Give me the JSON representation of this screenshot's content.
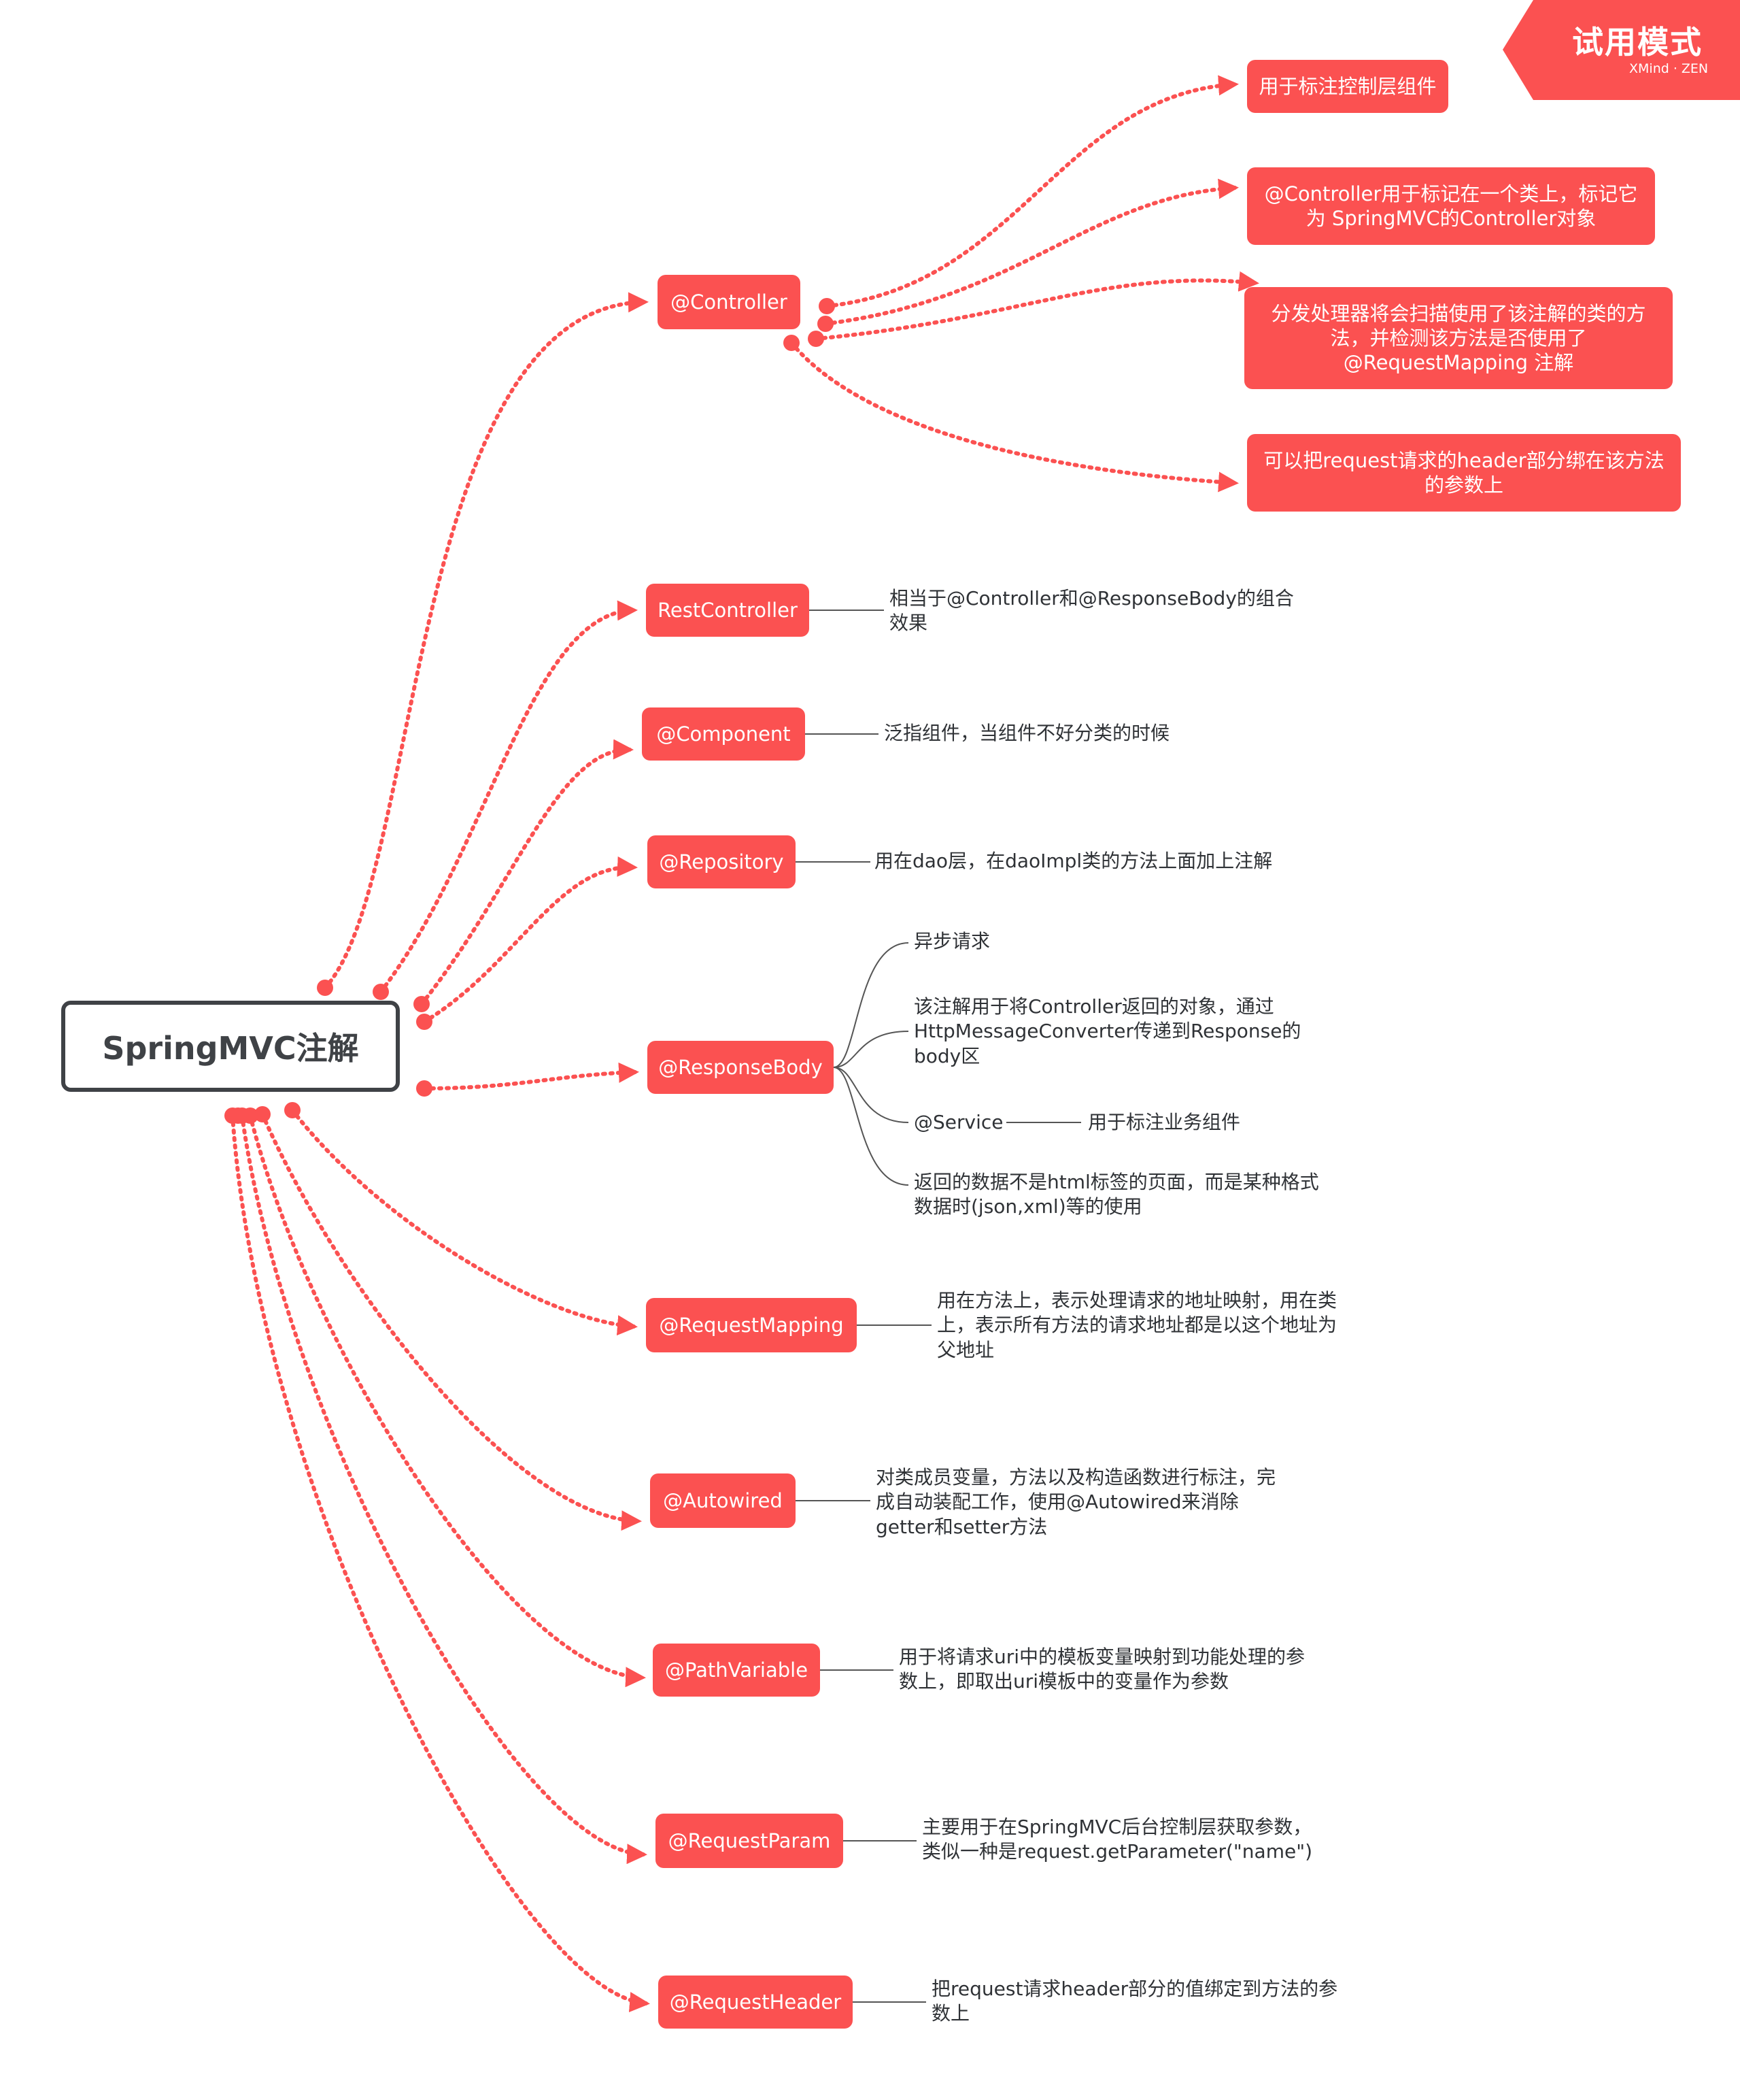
{
  "colors": {
    "accent": "#fb5151",
    "root_border": "#3f4246",
    "text": "#2f3236",
    "line": "#555555"
  },
  "watermark": {
    "title": "试用模式",
    "subtitle": "XMind · ZEN"
  },
  "root": {
    "label": "SpringMVC注解"
  },
  "branches": [
    {
      "label": "@Controller",
      "children": [
        "用于标注控制层组件",
        "@Controller用于标记在一个类上，标记它为 SpringMVC的Controller对象",
        "分发处理器将会扫描使用了该注解的类的方法，并检测该方法是否使用了@RequestMapping 注解",
        "可以把request请求的header部分绑在该方法的参数上"
      ]
    },
    {
      "label": "RestController",
      "note": [
        "相当于@Controller和@ResponseBody的组合",
        "效果"
      ]
    },
    {
      "label": "@Component",
      "note": [
        "泛指组件，当组件不好分类的时候"
      ]
    },
    {
      "label": "@Repository",
      "note": [
        "用在dao层，在daoImpl类的方法上面加上注解"
      ]
    },
    {
      "label": "@ResponseBody",
      "subs": [
        {
          "text": [
            "异步请求"
          ]
        },
        {
          "text": [
            "该注解用于将Controller返回的对象，通过",
            "HttpMessageConverter传递到Response的",
            "body区"
          ]
        },
        {
          "text": [
            "@Service"
          ],
          "note": "用于标注业务组件"
        },
        {
          "text": [
            "返回的数据不是html标签的页面，而是某种格式",
            "数据时(json,xml)等的使用"
          ]
        }
      ]
    },
    {
      "label": "@RequestMapping",
      "note": [
        "用在方法上，表示处理请求的地址映射，用在类",
        "上，表示所有方法的请求地址都是以这个地址为",
        "父地址"
      ]
    },
    {
      "label": "@Autowired",
      "note": [
        "对类成员变量，方法以及构造函数进行标注，完",
        "成自动装配工作，使用@Autowired来消除",
        "getter和setter方法"
      ]
    },
    {
      "label": "@PathVariable",
      "note": [
        "用于将请求uri中的模板变量映射到功能处理的参",
        "数上，即取出uri模板中的变量作为参数"
      ]
    },
    {
      "label": "@RequestParam",
      "note": [
        "主要用于在SpringMVC后台控制层获取参数，",
        "类似一种是request.getParameter(\"name\")"
      ]
    },
    {
      "label": "@RequestHeader",
      "note": [
        "把request请求header部分的值绑定到方法的参",
        "数上"
      ]
    }
  ]
}
